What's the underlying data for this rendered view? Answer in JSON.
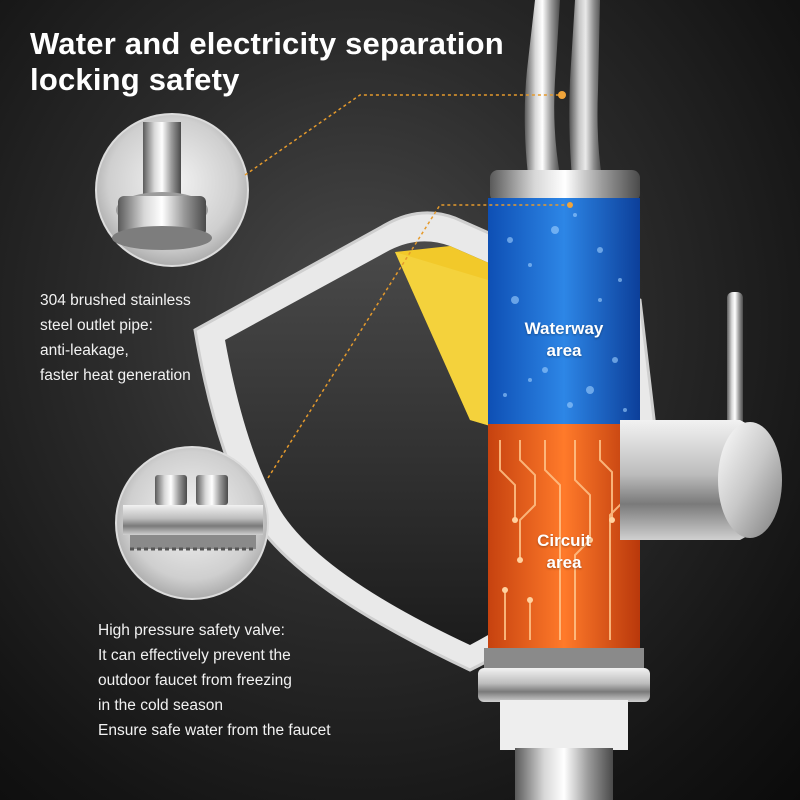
{
  "headline": {
    "line1": "Water and electricity separation",
    "line2": "locking safety"
  },
  "callouts": {
    "outlet_pipe": {
      "lines": [
        "304 brushed stainless",
        "steel outlet pipe:",
        "anti-leakage,",
        "faster heat generation"
      ]
    },
    "safety_valve": {
      "lines": [
        "High pressure safety valve:",
        "It can effectively prevent the",
        "outdoor faucet from freezing",
        "in the cold season",
        "Ensure safe water from the faucet"
      ]
    }
  },
  "zones": {
    "waterway": {
      "line1": "Waterway",
      "line2": "area"
    },
    "circuit": {
      "line1": "Circuit",
      "line2": "area"
    }
  },
  "colors": {
    "waterway_blue": "#1f6fd6",
    "circuit_orange": "#f0641c",
    "shield_yellow": "#f3cf2a",
    "leader_orange": "#e59a2c"
  },
  "icons": [
    "shield-icon",
    "circuit-trace-icon",
    "water-bubbles-icon"
  ]
}
